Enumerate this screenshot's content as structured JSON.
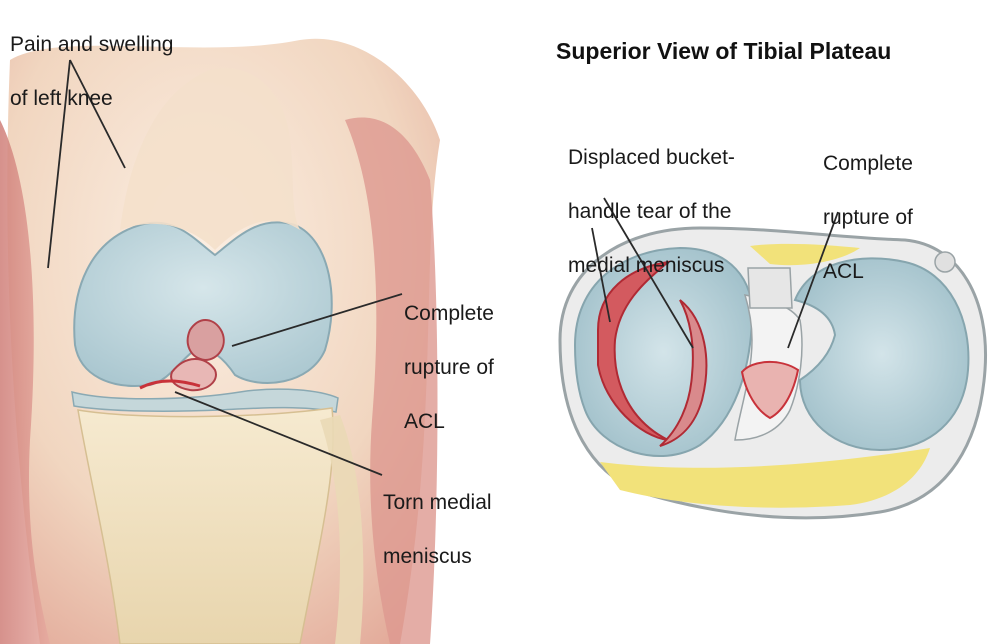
{
  "title": "Superior View of Tibial Plateau",
  "labels": {
    "pain_swelling": [
      "Pain and swelling",
      "of left knee"
    ],
    "acl_rupture_knee": [
      "Complete",
      "rupture of",
      "ACL"
    ],
    "torn_meniscus": [
      "Torn medial",
      "meniscus"
    ],
    "bucket_handle_tear": [
      "Displaced bucket-",
      "handle tear of the",
      "medial meniscus"
    ],
    "acl_rupture_plateau": [
      "Complete",
      "rupture of",
      "ACL"
    ]
  },
  "colors": {
    "skin": "#f3d9c4",
    "muscle": "#d98a84",
    "cartilage": "#bcd5db",
    "bone": "#efe1c1",
    "fat_pad": "#f2e27a",
    "tear_red": "#c8323a"
  }
}
